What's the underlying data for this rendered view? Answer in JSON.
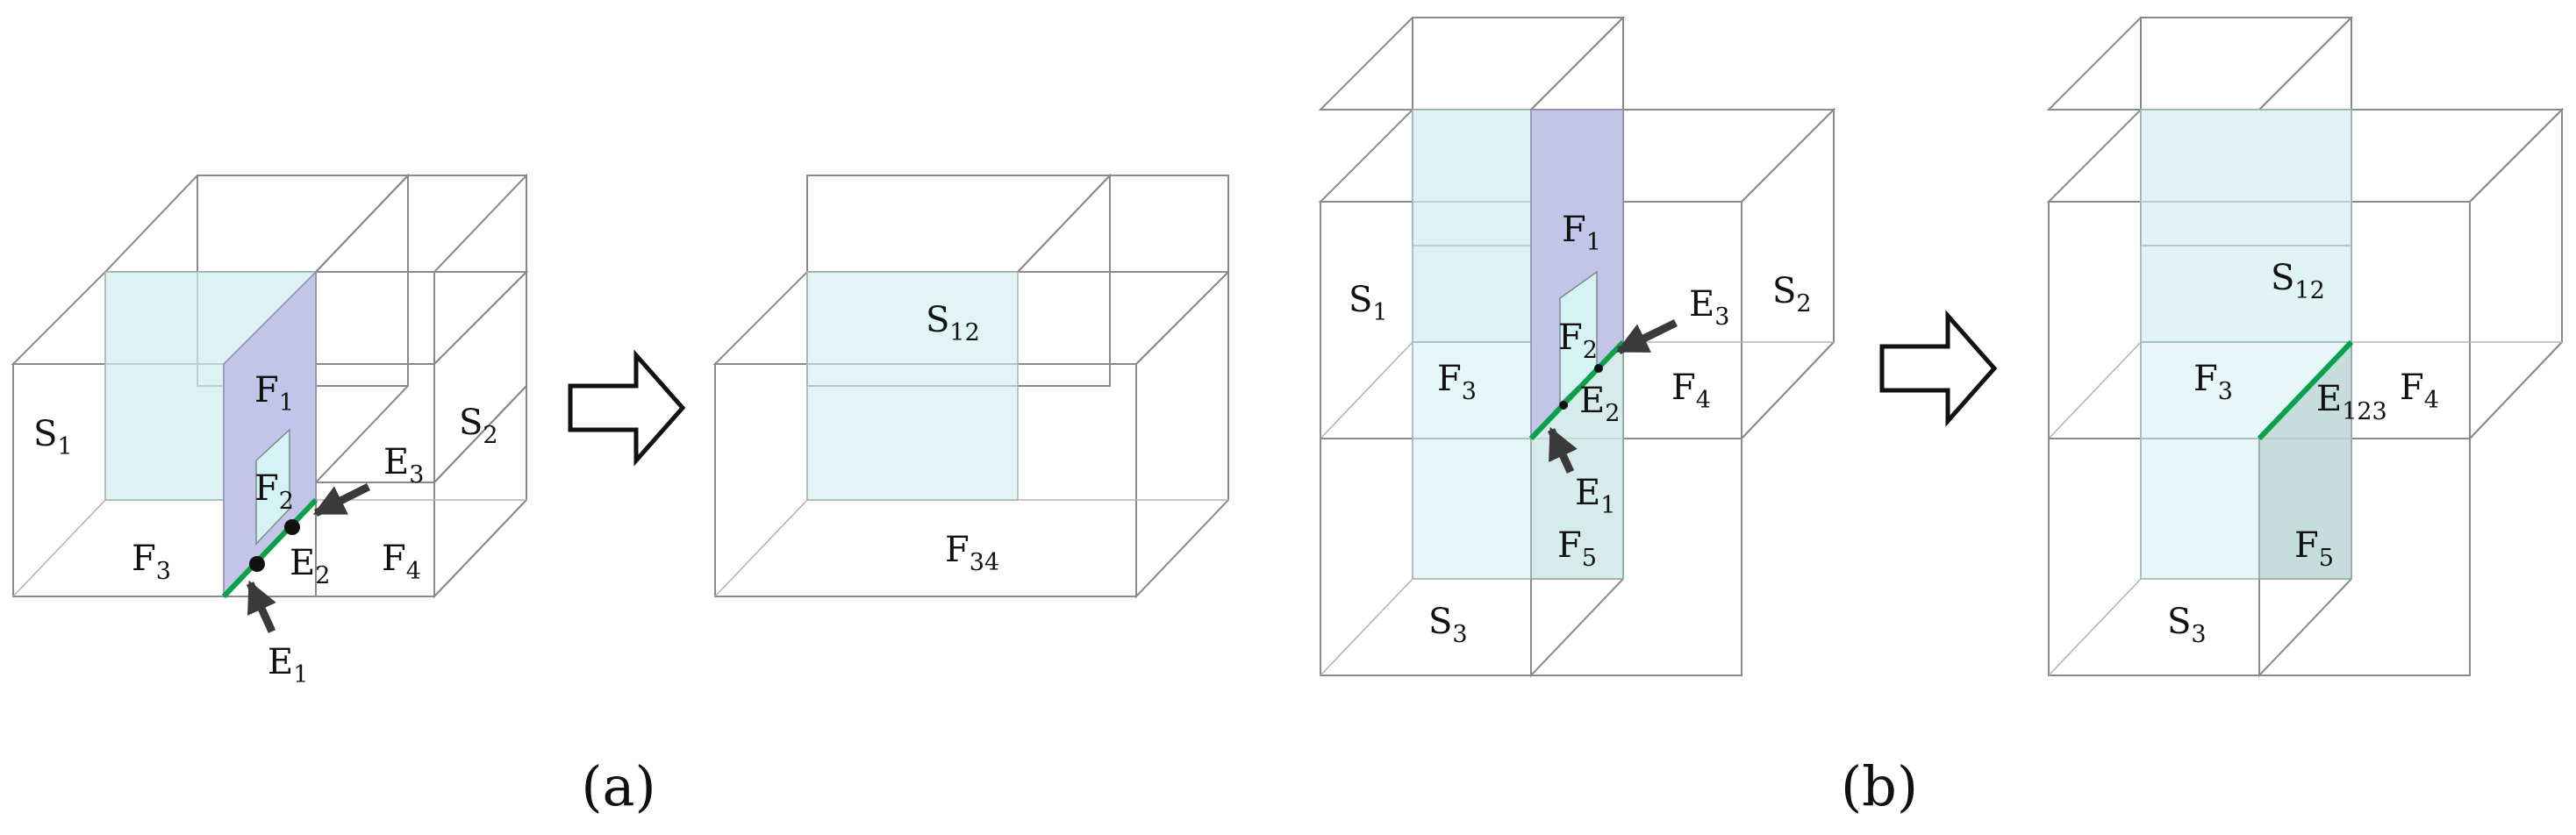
{
  "panel_a": {
    "caption": "(a)",
    "before": {
      "S1": {
        "main": "S",
        "sub": "1"
      },
      "S2": {
        "main": "S",
        "sub": "2"
      },
      "F1": {
        "main": "F",
        "sub": "1"
      },
      "F2": {
        "main": "F",
        "sub": "2"
      },
      "F3": {
        "main": "F",
        "sub": "3"
      },
      "F4": {
        "main": "F",
        "sub": "4"
      },
      "E1": {
        "main": "E",
        "sub": "1"
      },
      "E2": {
        "main": "E",
        "sub": "2"
      },
      "E3": {
        "main": "E",
        "sub": "3"
      }
    },
    "after": {
      "S12": {
        "main": "S",
        "sub": "12"
      },
      "F34": {
        "main": "F",
        "sub": "34"
      }
    }
  },
  "panel_b": {
    "caption": "(b)",
    "before": {
      "S1": {
        "main": "S",
        "sub": "1"
      },
      "S2": {
        "main": "S",
        "sub": "2"
      },
      "S3": {
        "main": "S",
        "sub": "3"
      },
      "F1": {
        "main": "F",
        "sub": "1"
      },
      "F2": {
        "main": "F",
        "sub": "2"
      },
      "F3": {
        "main": "F",
        "sub": "3"
      },
      "F4": {
        "main": "F",
        "sub": "4"
      },
      "F5": {
        "main": "F",
        "sub": "5"
      },
      "E1": {
        "main": "E",
        "sub": "1"
      },
      "E2": {
        "main": "E",
        "sub": "2"
      },
      "E3": {
        "main": "E",
        "sub": "3"
      }
    },
    "after": {
      "S12": {
        "main": "S",
        "sub": "12"
      },
      "S3": {
        "main": "S",
        "sub": "3"
      },
      "F3": {
        "main": "F",
        "sub": "3"
      },
      "F4": {
        "main": "F",
        "sub": "4"
      },
      "F5": {
        "main": "F",
        "sub": "5"
      },
      "E123": {
        "main": "E",
        "sub": "123"
      }
    }
  },
  "colors": {
    "box_face": "#f2f2f2",
    "box_side": "#dcdcdc",
    "edge": "#8a8a8a",
    "interface_cyan": "#d4f0f0",
    "face_F1": "#c4c6ea",
    "green_edge": "#0aa14b",
    "pointer": "#3a3a3a"
  }
}
